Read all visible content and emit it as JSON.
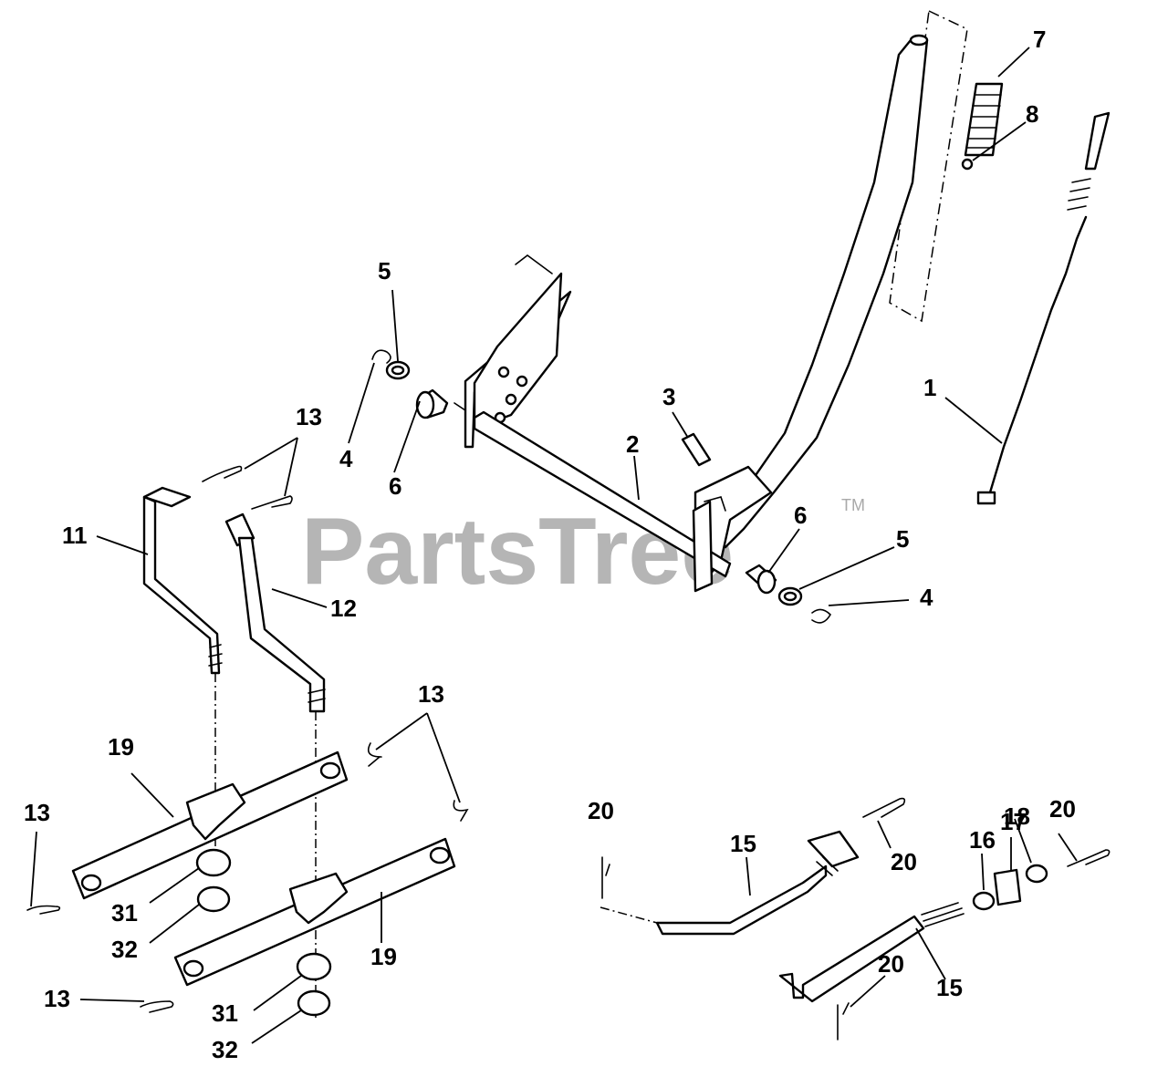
{
  "watermark": {
    "text": "PartsTree",
    "trademark": "TM"
  },
  "callouts": [
    {
      "id": "c1",
      "number": "1"
    },
    {
      "id": "c2",
      "number": "2"
    },
    {
      "id": "c3",
      "number": "3"
    },
    {
      "id": "c4a",
      "number": "4"
    },
    {
      "id": "c4b",
      "number": "4"
    },
    {
      "id": "c5a",
      "number": "5"
    },
    {
      "id": "c5b",
      "number": "5"
    },
    {
      "id": "c6a",
      "number": "6"
    },
    {
      "id": "c6b",
      "number": "6"
    },
    {
      "id": "c7",
      "number": "7"
    },
    {
      "id": "c8",
      "number": "8"
    },
    {
      "id": "c11",
      "number": "11"
    },
    {
      "id": "c12",
      "number": "12"
    },
    {
      "id": "c13a",
      "number": "13"
    },
    {
      "id": "c13b",
      "number": "13"
    },
    {
      "id": "c13c",
      "number": "13"
    },
    {
      "id": "c13d",
      "number": "13"
    },
    {
      "id": "c15a",
      "number": "15"
    },
    {
      "id": "c15b",
      "number": "15"
    },
    {
      "id": "c16",
      "number": "16"
    },
    {
      "id": "c17",
      "number": "17"
    },
    {
      "id": "c18",
      "number": "18"
    },
    {
      "id": "c19a",
      "number": "19"
    },
    {
      "id": "c19b",
      "number": "19"
    },
    {
      "id": "c20a",
      "number": "20"
    },
    {
      "id": "c20b",
      "number": "20"
    },
    {
      "id": "c20c",
      "number": "20"
    },
    {
      "id": "c20d",
      "number": "20"
    },
    {
      "id": "c31a",
      "number": "31"
    },
    {
      "id": "c31b",
      "number": "31"
    },
    {
      "id": "c32a",
      "number": "32"
    },
    {
      "id": "c32b",
      "number": "32"
    }
  ]
}
